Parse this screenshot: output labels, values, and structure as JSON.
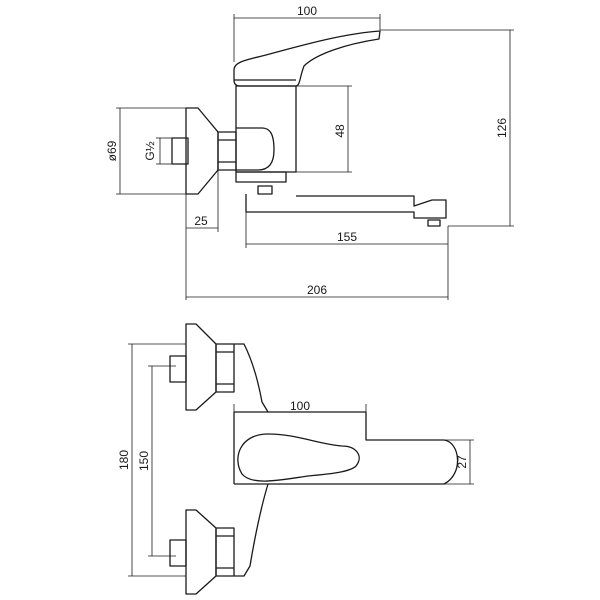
{
  "side_view": {
    "dim_top_width": "100",
    "dim_body_height": "48",
    "dim_total_height": "126",
    "dim_wall_flange": "ø69",
    "dim_thread": "G½",
    "dim_wall_offset": "25",
    "dim_spout_length": "155",
    "dim_total_length": "206"
  },
  "top_view": {
    "dim_lever_length": "100",
    "dim_lever_width": "27",
    "dim_inlet_spacing": "150",
    "dim_overall_width": "180"
  }
}
